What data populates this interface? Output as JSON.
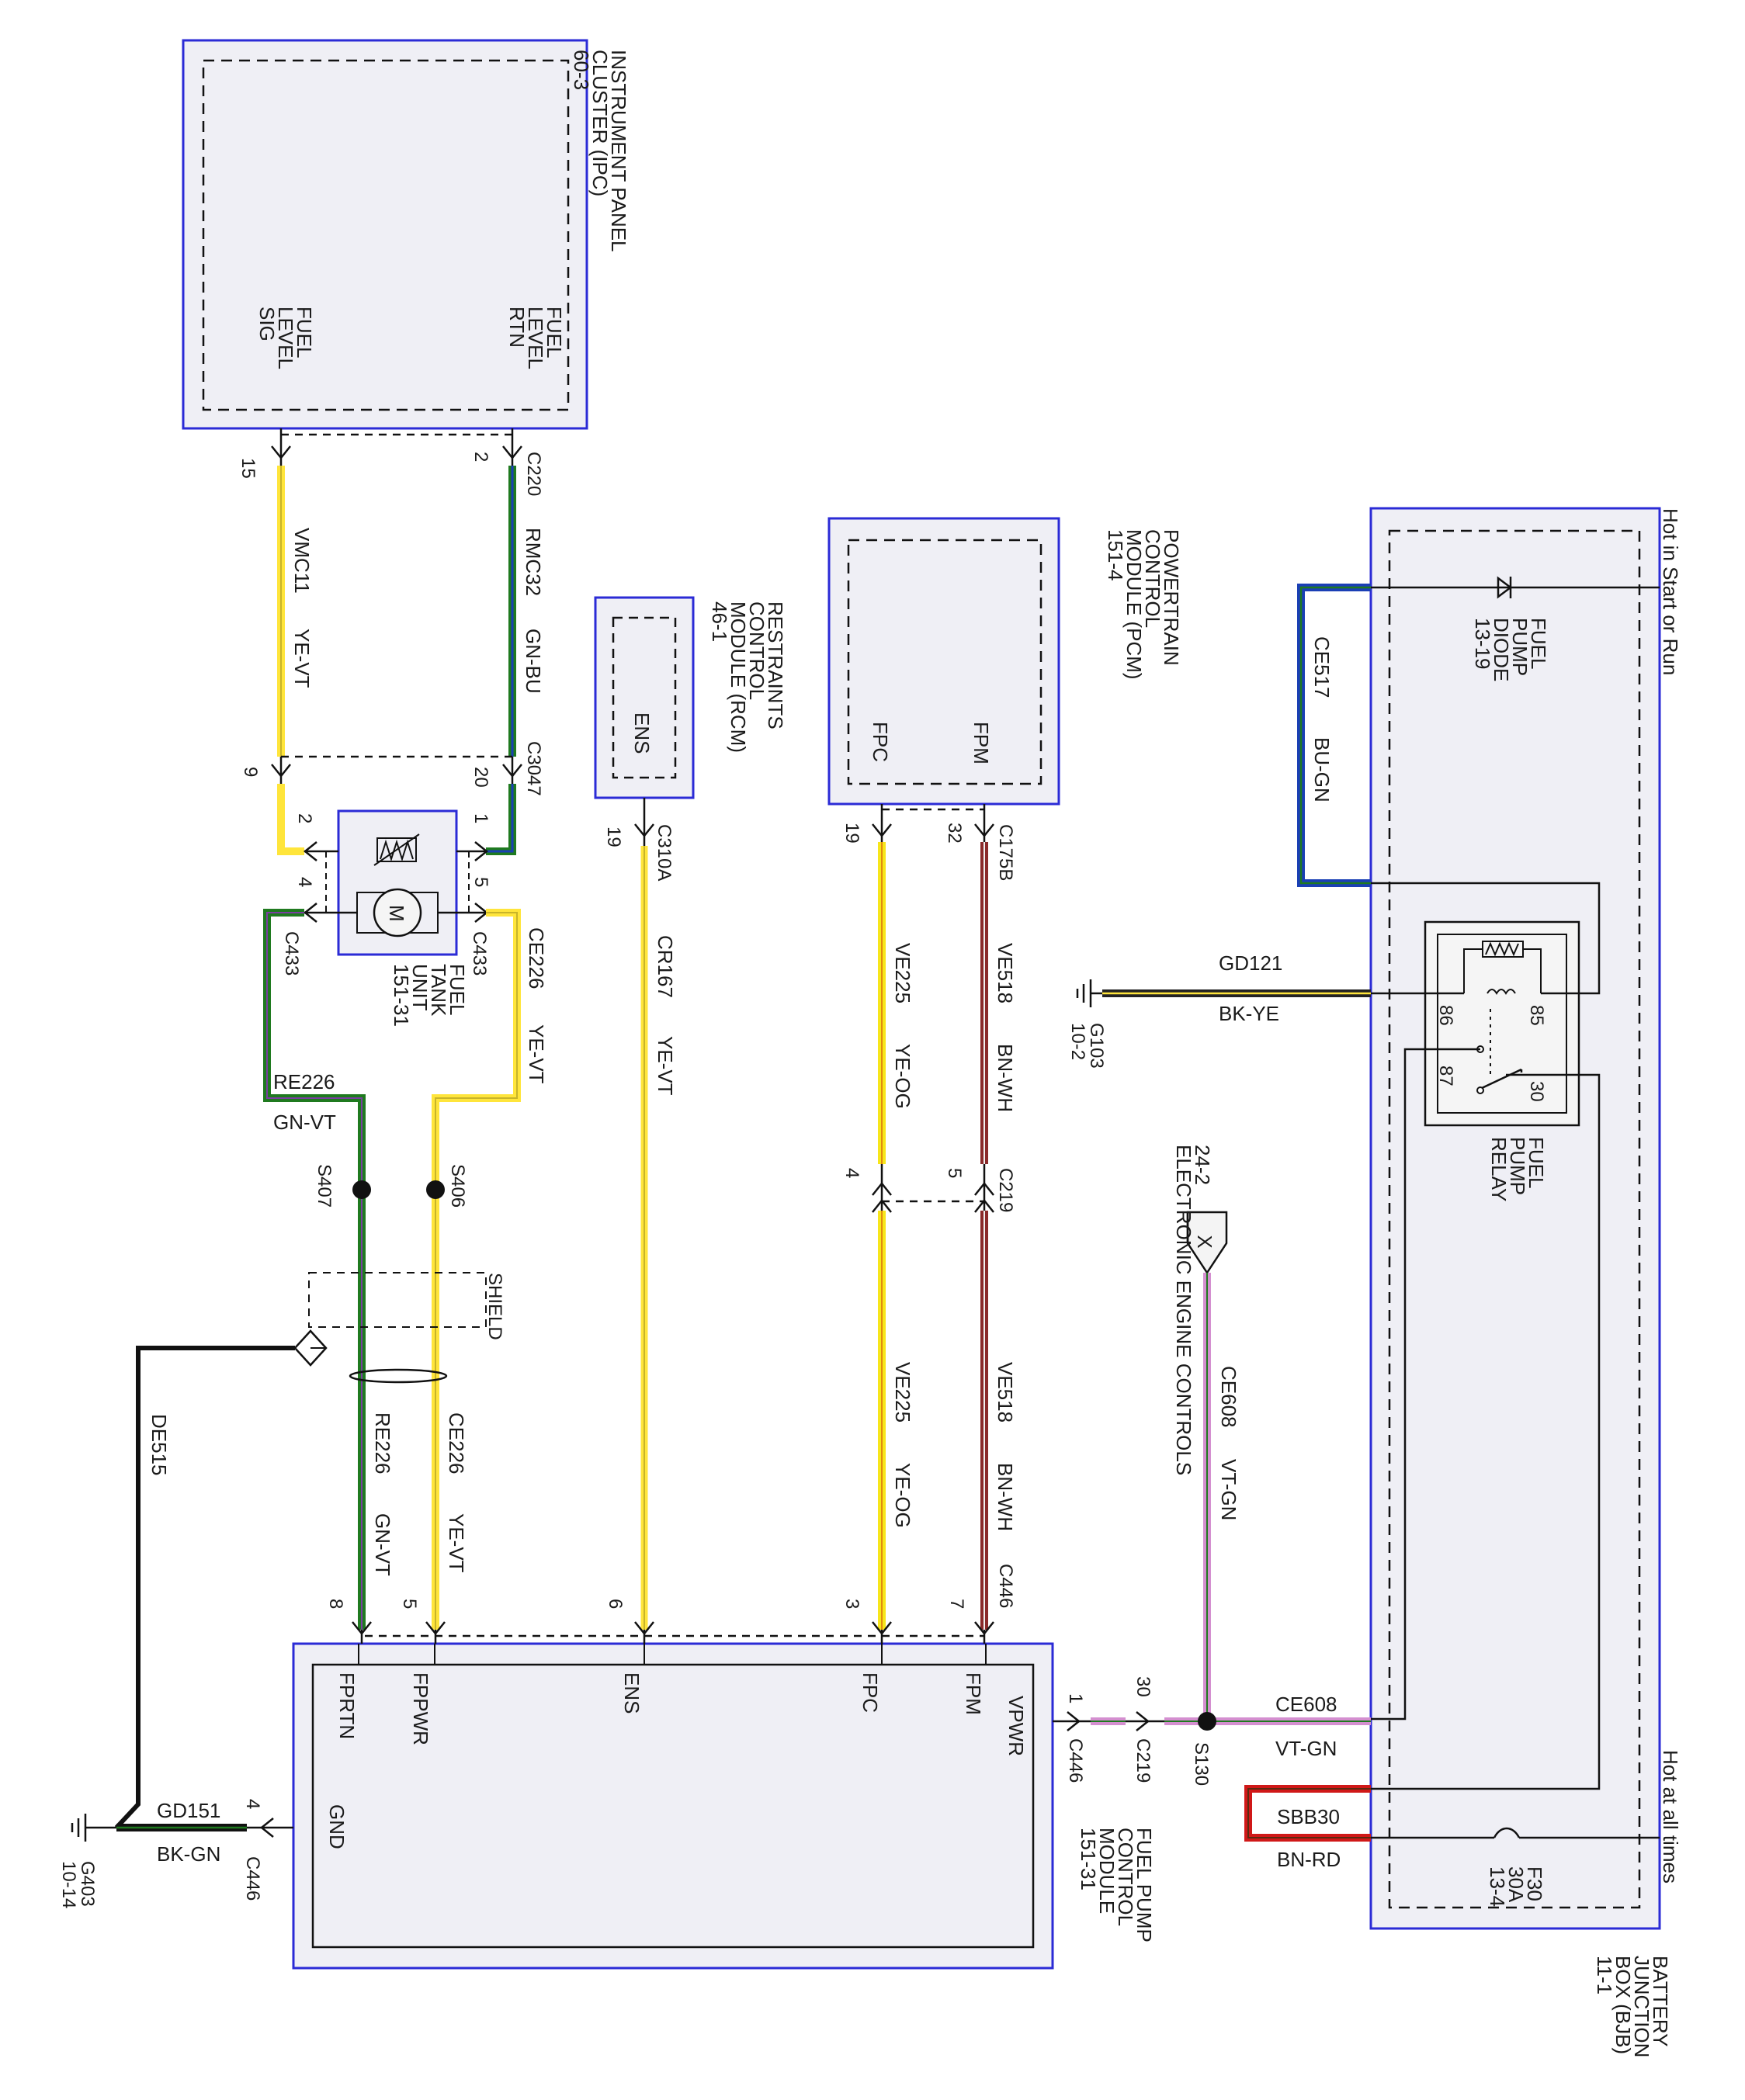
{
  "colors": {
    "module_border": "#2b2bd6",
    "module_fill": "#efeff5",
    "yellow": "#ffe53b",
    "yellow_violet": "#e8d24a",
    "green": "#1f7a1f",
    "green_blue": "#1f7a3a",
    "brown_white": "#8a2a2a",
    "violet_green": "#d48fd0",
    "blue_green": "#1a3fb5",
    "brown_red": "#d01818",
    "black_yellow": "#222222"
  },
  "modules": {
    "ipc": {
      "title": [
        "INSTRUMENT PANEL",
        "CLUSTER (IPC)",
        "60-3"
      ],
      "pin_sig": [
        "FUEL",
        "LEVEL",
        "SIG"
      ],
      "pin_rtn": [
        "FUEL",
        "LEVEL",
        "RTN"
      ]
    },
    "rcm": {
      "title": [
        "RESTRAINTS",
        "CONTROL",
        "MODULE (RCM)",
        "46-1"
      ],
      "pin": "ENS"
    },
    "pcm": {
      "title": [
        "POWERTRAIN",
        "CONTROL",
        "MODULE (PCM)",
        "151-4"
      ],
      "pin_fpc": "FPC",
      "pin_fpm": "FPM"
    },
    "bjb": {
      "title": [
        "BATTERY",
        "JUNCTION",
        "BOX (BJB)",
        "11-1"
      ],
      "hot_start": "Hot in Start or Run",
      "hot_all": "Hot at all times",
      "diode": [
        "FUEL",
        "PUMP",
        "DIODE",
        "13-19"
      ],
      "relay": [
        "FUEL",
        "PUMP",
        "RELAY"
      ],
      "fuse": [
        "F30",
        "30A",
        "13-4"
      ],
      "relay_pins": [
        "86",
        "85",
        "87",
        "30"
      ]
    },
    "fptu": {
      "title": [
        "FUEL",
        "TANK",
        "UNIT",
        "151-31"
      ],
      "motor": "M"
    },
    "fpcm": {
      "title": [
        "FUEL PUMP",
        "CONTROL",
        "MODULE",
        "151-31"
      ],
      "pins": [
        "FPRTN",
        "FPPWR",
        "ENS",
        "FPC",
        "FPM",
        "VPWR",
        "GND"
      ]
    }
  },
  "connectors": {
    "c220": "C220",
    "c3047": "C3047",
    "c433": "C433",
    "c310a": "C310A",
    "c175b": "C175B",
    "c219": "C219",
    "c446": "C446",
    "s407": "S407",
    "s406": "S406",
    "s130": "S130",
    "g103": [
      "G103",
      "10-2"
    ],
    "g403": [
      "G403",
      "10-14"
    ],
    "shield": "SHIELD",
    "eec": [
      "24-2",
      "ELECTRONIC ENGINE CONTROLS"
    ],
    "eec_x": "X"
  },
  "pins": {
    "p15": "15",
    "p2": "2",
    "p9": "9",
    "p20": "20",
    "p2b": "2",
    "p1": "1",
    "p4": "4",
    "p5": "5",
    "p19a": "19",
    "p19b": "19",
    "p32": "32",
    "p4b": "4",
    "p5b": "5",
    "p8": "8",
    "p5c": "5",
    "p6": "6",
    "p3": "3",
    "p7": "7",
    "p1b": "1",
    "p30": "30",
    "p4c": "4"
  },
  "wires": {
    "vmc11": [
      "VMC11",
      "YE-VT"
    ],
    "rmc32": [
      "RMC32",
      "GN-BU"
    ],
    "ce226a": [
      "CE226",
      "YE-VT"
    ],
    "re226a": [
      "RE226",
      "GN-VT"
    ],
    "cr167": [
      "CR167",
      "YE-VT"
    ],
    "ve225a": [
      "VE225",
      "YE-OG"
    ],
    "ve518a": [
      "VE518",
      "BN-WH"
    ],
    "ve225b": [
      "VE225",
      "YE-OG"
    ],
    "ve518b": [
      "VE518",
      "BN-WH"
    ],
    "re226b": [
      "RE226",
      "GN-VT"
    ],
    "ce226b": [
      "CE226",
      "YE-VT"
    ],
    "de515": "DE515",
    "gd121": [
      "GD121",
      "BK-YE"
    ],
    "ce517": [
      "CE517",
      "BU-GN"
    ],
    "ce608a": [
      "CE608",
      "VT-GN"
    ],
    "ce608b": [
      "CE608",
      "VT-GN"
    ],
    "sbb30": [
      "SBB30",
      "BN-RD"
    ],
    "gd151": [
      "GD151",
      "BK-GN"
    ]
  }
}
